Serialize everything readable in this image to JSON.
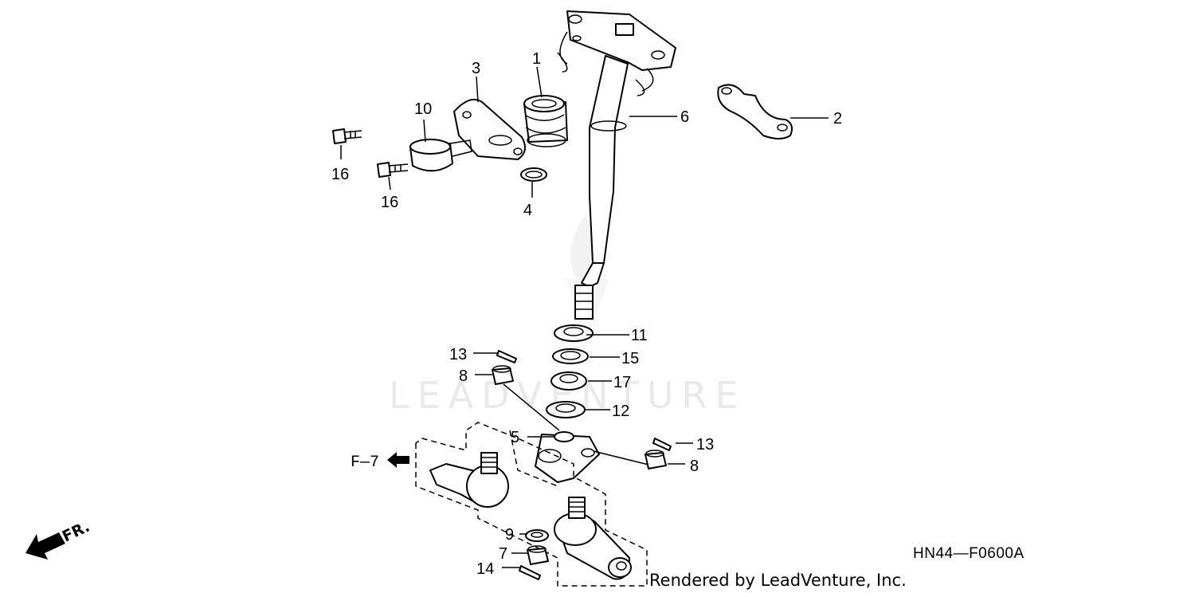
{
  "diagram": {
    "code": "HN44—F0600A",
    "reference": "F—7",
    "front_marker": "FR.",
    "watermark": "LEADVENTURE",
    "credit": "Rendered by LeadVenture, Inc."
  },
  "callouts": {
    "c1": "1",
    "c2": "2",
    "c3": "3",
    "c4": "4",
    "c5": "5",
    "c6": "6",
    "c7": "7",
    "c8a": "8",
    "c8b": "8",
    "c9": "9",
    "c10": "10",
    "c11": "11",
    "c12": "12",
    "c13a": "13",
    "c13b": "13",
    "c14": "14",
    "c15": "15",
    "c16a": "16",
    "c16b": "16",
    "c17": "17"
  }
}
